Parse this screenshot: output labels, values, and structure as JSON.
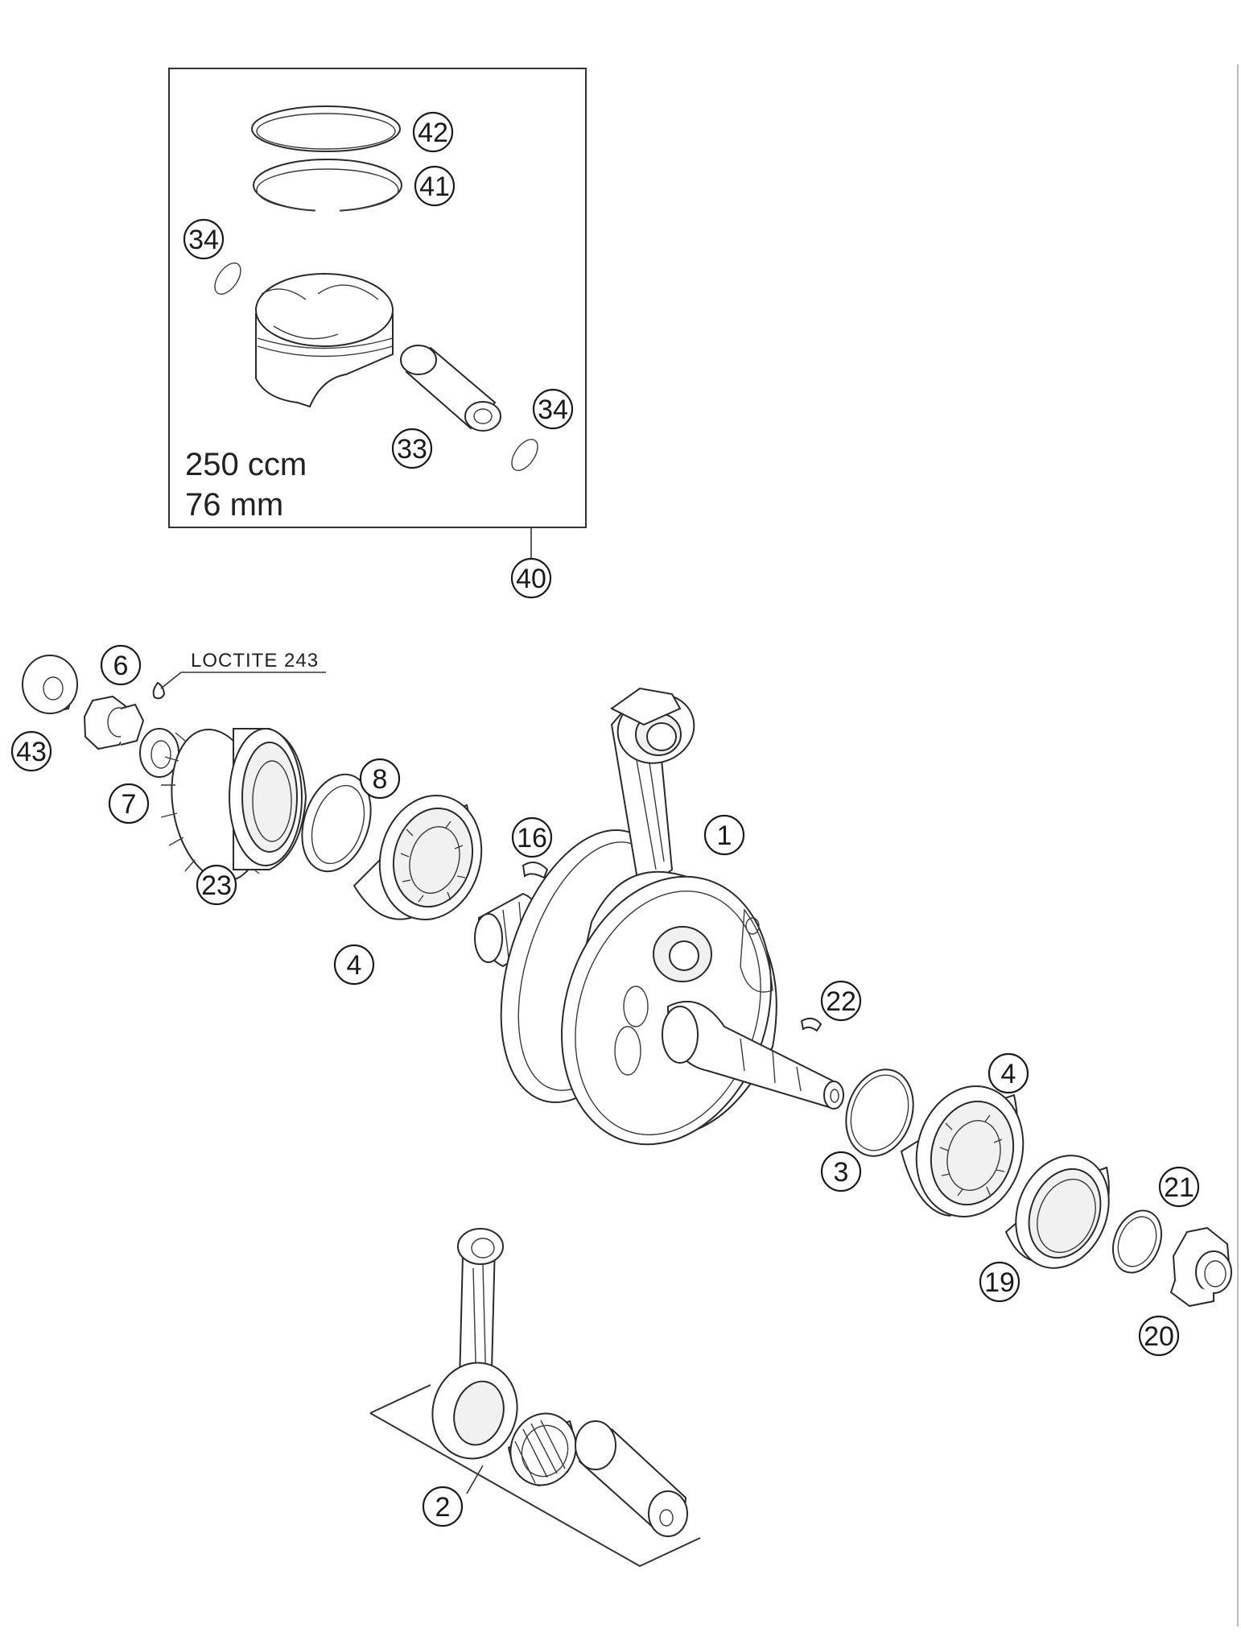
{
  "piston_kit": {
    "displacement": "250 ccm",
    "bore": "76 mm"
  },
  "note": {
    "loctite": "LOCTITE 243"
  },
  "callouts": {
    "c42": "42",
    "c41": "41",
    "c34a": "34",
    "c34b": "34",
    "c33": "33",
    "c40": "40",
    "c6": "6",
    "c43": "43",
    "c7": "7",
    "c8": "8",
    "c16": "16",
    "c1": "1",
    "c23": "23",
    "c4a": "4",
    "c22": "22",
    "c4b": "4",
    "c3": "3",
    "c21": "21",
    "c19": "19",
    "c20": "20",
    "c2": "2"
  }
}
